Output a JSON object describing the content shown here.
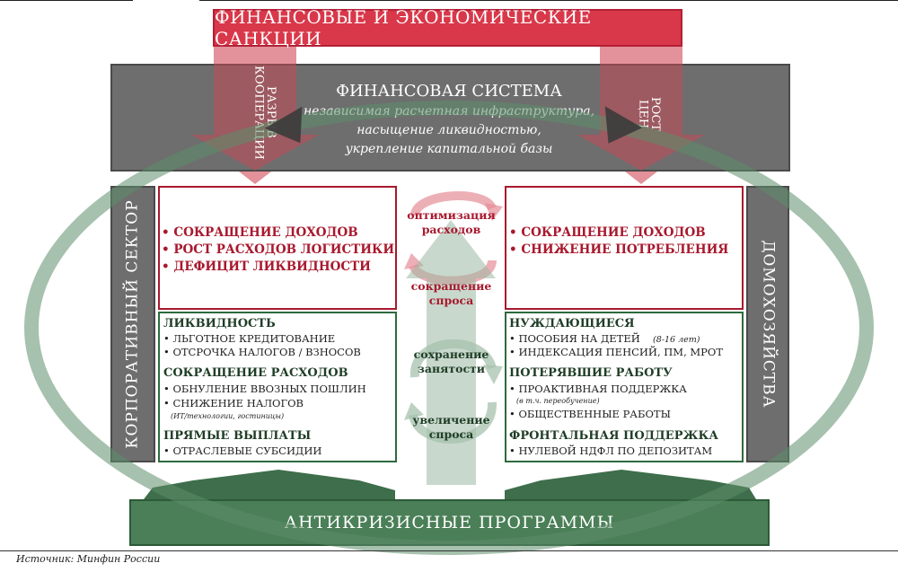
{
  "sanctions": "ФИНАНСОВЫЕ И ЭКОНОМИЧЕСКИЕ САНКЦИИ",
  "financial_system": {
    "title": "ФИНАНСОВАЯ СИСТЕМА",
    "lines": [
      "независимая расчетная инфраструктура,",
      "насыщение ликвидностью,",
      "укрепление капитальной базы"
    ]
  },
  "arrows": {
    "left": "РАЗРЫВ КООПЕРАЦИИ",
    "right": "РОСТ ЦЕН"
  },
  "corporate": {
    "label": "КОРПОРАТИВНЫЙ СЕКТОР",
    "problems": [
      "• СОКРАЩЕНИЕ ДОХОДОВ",
      "• РОСТ РАСХОДОВ ЛОГИСТИКИ",
      "• ДЕФИЦИТ ЛИКВИДНОСТИ"
    ],
    "measures": {
      "liquidity_head": "ЛИКВИДНОСТЬ",
      "liquidity_items": [
        "• ЛЬГОТНОЕ КРЕДИТОВАНИЕ",
        "• ОТСРОЧКА НАЛОГОВ / ВЗНОСОВ"
      ],
      "costs_head": "СОКРАЩЕНИЕ РАСХОДОВ",
      "costs_items": [
        "• ОБНУЛЕНИЕ ВВОЗНЫХ ПОШЛИН",
        "• СНИЖЕНИЕ НАЛОГОВ"
      ],
      "costs_note": "(ИТ/технологии, гостиницы)",
      "direct_head": "ПРЯМЫЕ ВЫПЛАТЫ",
      "direct_items": [
        "• ОТРАСЛЕВЫЕ СУБСИДИИ"
      ]
    }
  },
  "households": {
    "label": "ДОМОХОЗЯЙСТВА",
    "problems": [
      "• СОКРАЩЕНИЕ ДОХОДОВ",
      "• СНИЖЕНИЕ ПОТРЕБЛЕНИЯ"
    ],
    "measures": {
      "needy_head": "НУЖДАЮЩИЕСЯ",
      "needy_item1": "• ПОСОБИЯ НА ДЕТЕЙ",
      "needy_item1_note": "(8-16 лет)",
      "needy_item2": "• ИНДЕКСАЦИЯ ПЕНСИЙ, ПМ, МРОТ",
      "jobless_head": "ПОТЕРЯВШИЕ РАБОТУ",
      "jobless_item1": "• ПРОАКТИВНАЯ ПОДДЕРЖКА",
      "jobless_note": "(в т.ч. переобучение)",
      "jobless_item2": "• ОБЩЕСТВЕННЫЕ РАБОТЫ",
      "front_head": "ФРОНТАЛЬНАЯ ПОДДЕРЖКА",
      "front_item": "• НУЛЕВОЙ НДФЛ ПО ДЕПОЗИТАМ"
    }
  },
  "center": {
    "red_top": [
      "оптимизация",
      "расходов"
    ],
    "red_bottom": [
      "сокращение",
      "спроса"
    ],
    "green_top": [
      "сохранение",
      "занятости"
    ],
    "green_bottom": [
      "увеличение",
      "спроса"
    ]
  },
  "anticrisis": "АНТИКРИЗИСНЫЕ ПРОГРАММЫ",
  "source": "Источник: Минфин России",
  "colors": {
    "red": "#d9384a",
    "dark_red": "#a8192e",
    "gray": "#6e6e6e",
    "green": "#4a7f57",
    "dark_green": "#2d6a3e"
  }
}
